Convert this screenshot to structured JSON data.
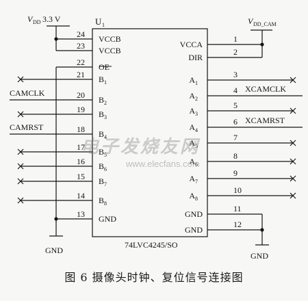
{
  "supply_left": {
    "label": "V",
    "sub": "DD",
    "value": "3.3 V"
  },
  "supply_right": {
    "label": "V",
    "sub": "DD_CAM"
  },
  "chip": {
    "ref": "U",
    "ref_sub": "1",
    "part": "74LVC4245/SO"
  },
  "left_pins": [
    {
      "num": "24",
      "name": "VCCB"
    },
    {
      "num": "23",
      "name": "VCCB"
    },
    {
      "num": "22",
      "name": "OE"
    },
    {
      "num": "21",
      "name": "B",
      "sub": "1"
    },
    {
      "num": "20",
      "name": "B",
      "sub": "2"
    },
    {
      "num": "19",
      "name": "B",
      "sub": "3"
    },
    {
      "num": "18",
      "name": "B",
      "sub": "4"
    },
    {
      "num": "17",
      "name": "B",
      "sub": "5"
    },
    {
      "num": "16",
      "name": "B",
      "sub": "6"
    },
    {
      "num": "15",
      "name": "B",
      "sub": "7"
    },
    {
      "num": "14",
      "name": "B",
      "sub": "8"
    },
    {
      "num": "13",
      "name": "GND"
    }
  ],
  "right_pins": [
    {
      "num": "1",
      "name": "VCCA"
    },
    {
      "num": "2",
      "name": "DIR"
    },
    {
      "num": "3",
      "name": "A",
      "sub": "1"
    },
    {
      "num": "4",
      "name": "A",
      "sub": "2"
    },
    {
      "num": "5",
      "name": "A",
      "sub": "3"
    },
    {
      "num": "6",
      "name": "A",
      "sub": "4"
    },
    {
      "num": "7",
      "name": "A",
      "sub": "5"
    },
    {
      "num": "8",
      "name": "A",
      "sub": "6"
    },
    {
      "num": "9",
      "name": "A",
      "sub": "7"
    },
    {
      "num": "10",
      "name": "A",
      "sub": "8"
    },
    {
      "num": "11",
      "name": "GND"
    },
    {
      "num": "12",
      "name": "GND"
    }
  ],
  "net_labels": {
    "camclk": "CAMCLK",
    "camrst": "CAMRST",
    "xcamclk": "XCAMCLK",
    "xcamrst": "XCAMRST"
  },
  "ground": {
    "left": "GND",
    "right": "GND"
  },
  "caption": "图 6   摄像头时钟、复位信号连接图",
  "watermark": {
    "cn": "电子发烧友网",
    "url": "www.elecfans.com"
  }
}
